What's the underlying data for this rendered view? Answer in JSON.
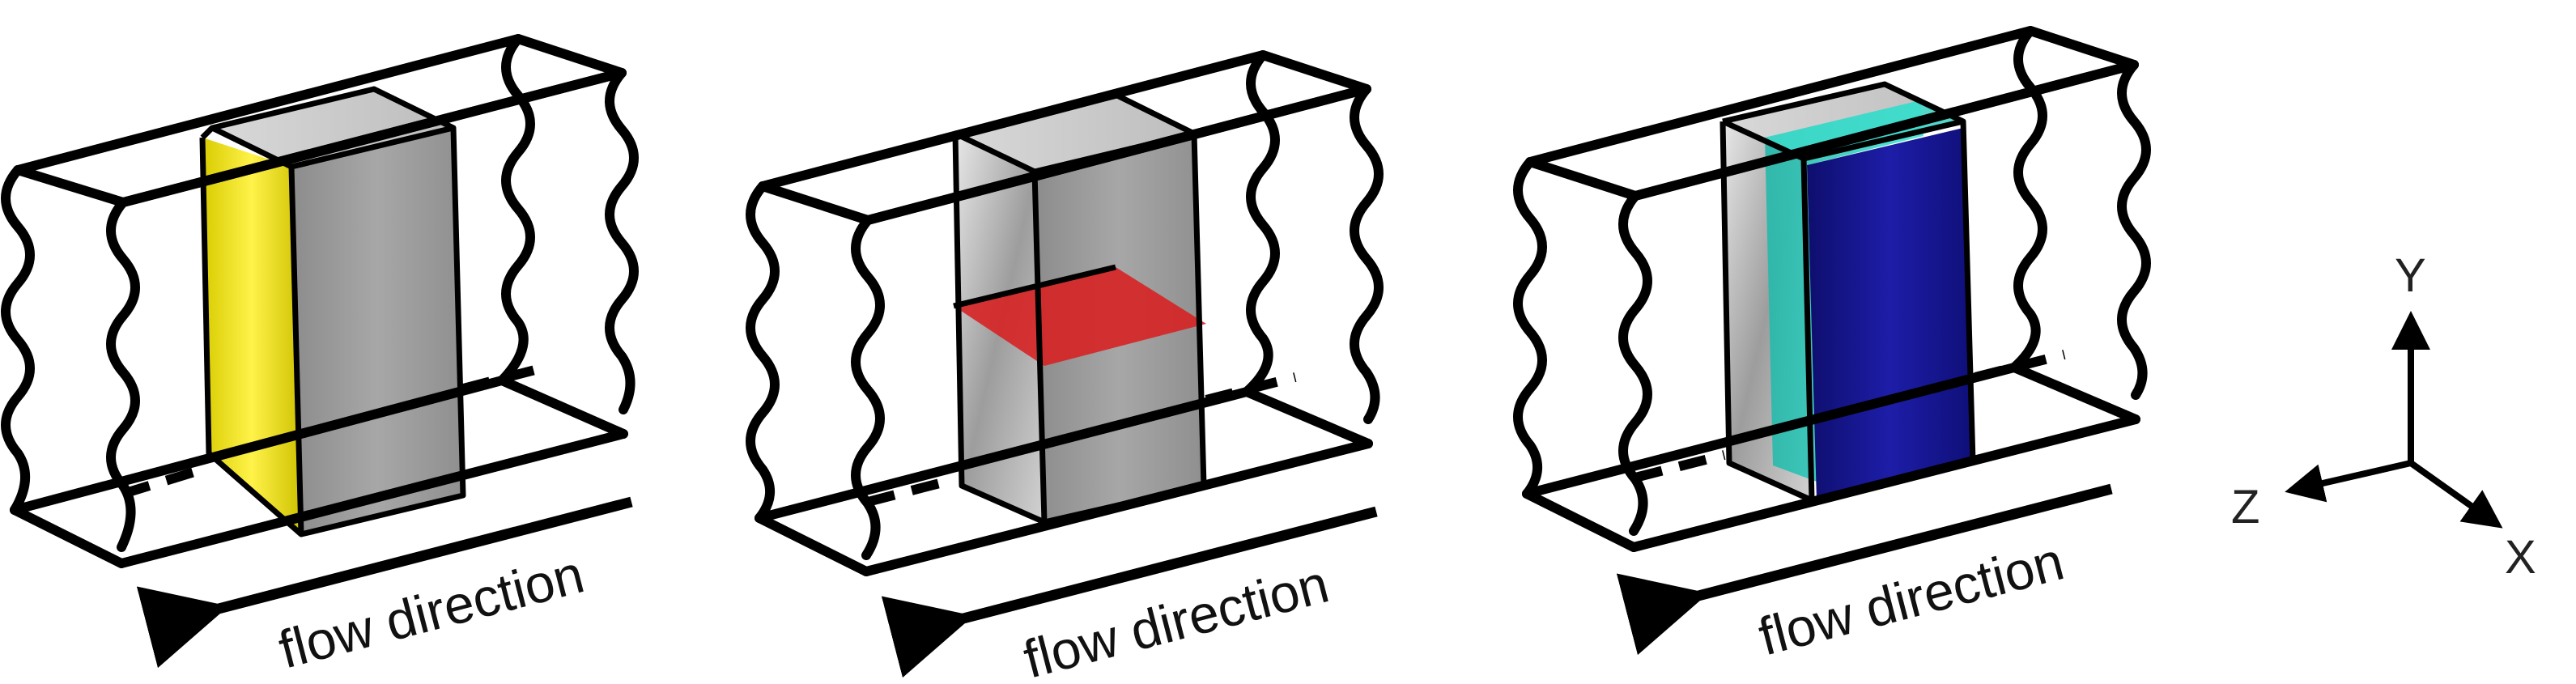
{
  "panels": [
    {
      "id": "left",
      "highlight": "cross-section (yellow)",
      "highlight_color": "#f2e600",
      "flow_label": "flow direction"
    },
    {
      "id": "middle",
      "highlight": "horizontal plane (red)",
      "highlight_color": "#e02020",
      "flow_label": "flow direction"
    },
    {
      "id": "right",
      "highlight": "cyan and blue volumes",
      "highlight_color": "#1a1aa0",
      "secondary_color": "#2fd6c6",
      "flow_label": "flow direction"
    }
  ],
  "axes": {
    "y": "Y",
    "z": "Z",
    "x": "X"
  },
  "colors": {
    "line": "#000000",
    "sample_gray": "#9a9a9a",
    "yellow": "#f2e600",
    "red": "#e02020",
    "cyan": "#2fd6c6",
    "blue": "#14148c"
  }
}
